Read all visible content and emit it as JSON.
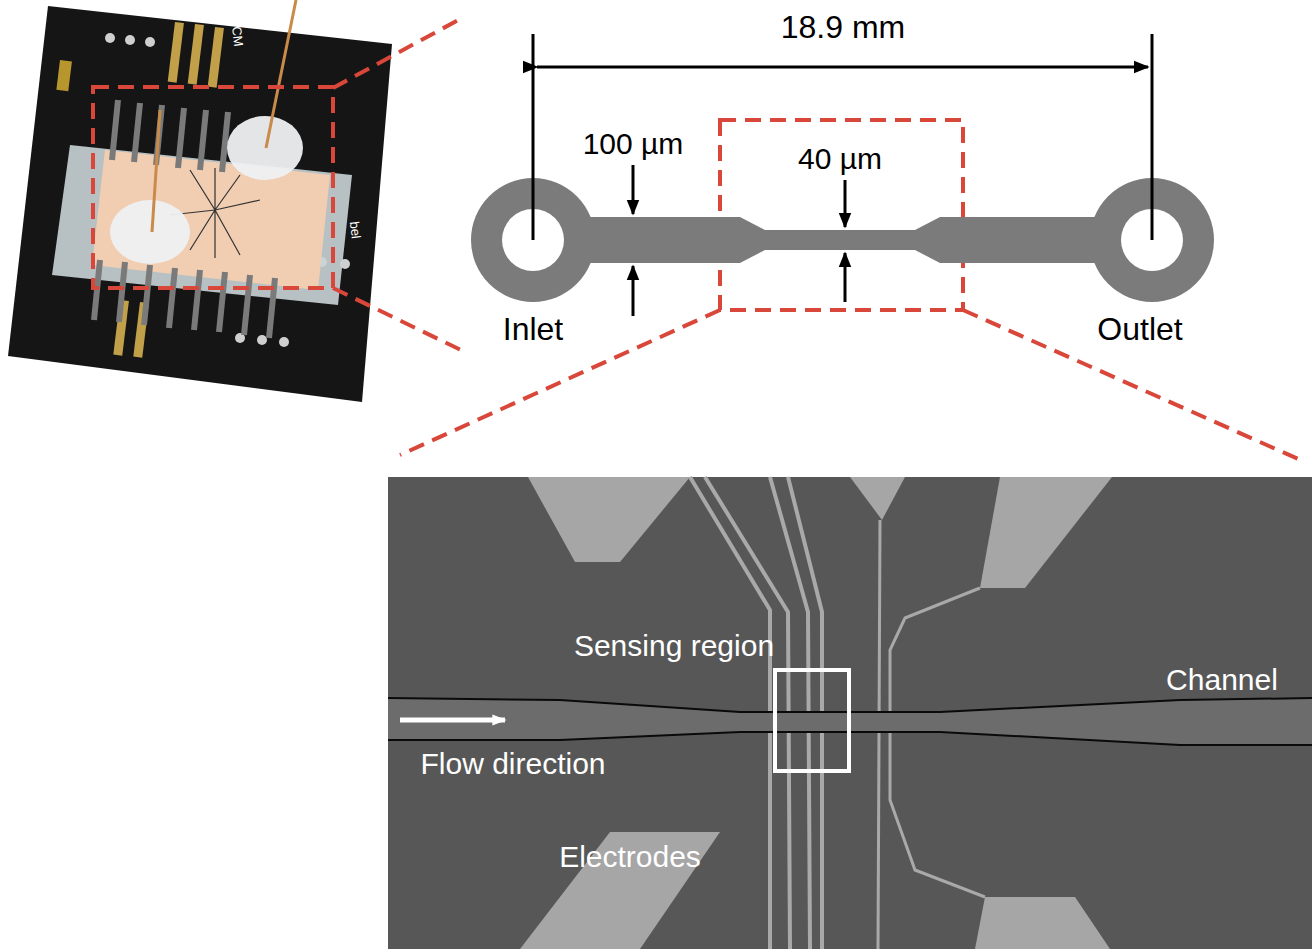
{
  "diagram": {
    "nodes": [
      {
        "text": [
          "Sensing region"
        ]
      }
    ],
    "labels": [
      "SCM",
      "bel",
      "18.9 mm",
      "100 µm",
      "40 µm",
      "Inlet",
      "Outlet",
      "Channel",
      "Flow direction",
      "Electrodes"
    ]
  }
}
